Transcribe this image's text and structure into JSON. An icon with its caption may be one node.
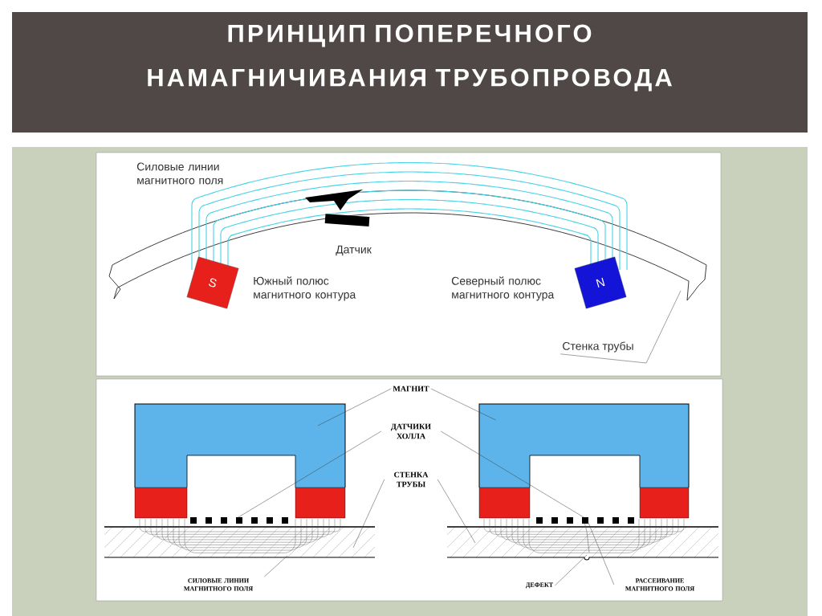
{
  "diagram": {
    "title": "ПРИНЦИП ПОПЕРЕЧНОГО НАМАГНИЧИВАНИЯ ТРУБОПРОВОДА",
    "nodes": [
      {
        "text": [
          "S"
        ],
        "beside": [
          "Южный полюс магнитного контура"
        ]
      },
      {
        "text": [
          "N"
        ],
        "beside": [
          "Северный полюс магнитного контура"
        ]
      },
      {
        "text": [
          "Стенка трубы"
        ]
      },
      {
        "text": [
          "МАГНИТ"
        ]
      },
      {
        "text": [
          "ДАТЧИКИ ХОЛЛА"
        ]
      },
      {
        "text": [
          "СТЕНКА ТРУБЫ"
        ]
      },
      {
        "text": [
          "СИЛОВЫЕ ЛИНИИ МАГНИТНОГО ПОЛЯ"
        ]
      },
      {
        "text": [
          "ДЕФЕКТ"
        ]
      },
      {
        "text": [
          "РАССЕИВАНИЕ МАГНИТНОГО ПОЛЯ"
        ]
      },
      {
        "text": [],
        "shape": "box"
      },
      {
        "text": [],
        "shape": "box"
      },
      {
        "text": [],
        "shape": "bar"
      },
      {
        "text": [],
        "shape": "bar"
      }
    ],
    "edges": [
      {
        "from": 2,
        "to": null,
        "arrow": "none"
      },
      {
        "from": 3,
        "to": 9,
        "arrow": "none"
      },
      {
        "from": 3,
        "to": 10,
        "arrow": "none"
      },
      {
        "from": 4,
        "to": 11,
        "arrow": "none"
      },
      {
        "from": 4,
        "to": 12,
        "arrow": "none"
      },
      {
        "from": 5,
        "to": null,
        "arrow": "none"
      },
      {
        "from": 5,
        "to": null,
        "arrow": "none"
      },
      {
        "from": 6,
        "to": null,
        "arrow": "none"
      },
      {
        "from": 7,
        "to": null,
        "arrow": "none"
      },
      {
        "from": 8,
        "to": 12,
        "arrow": "none"
      }
    ],
    "labels": [
      "Силовые линии магнитного поля",
      "Датчик"
    ]
  }
}
